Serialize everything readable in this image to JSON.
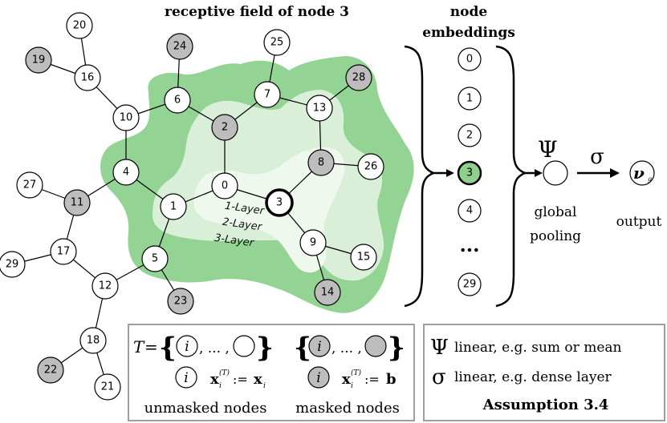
{
  "header": {
    "receptive_title": "receptive field of node 3",
    "embeddings_title_line1": "node",
    "embeddings_title_line2": "embeddings"
  },
  "layers": [
    "1-Layer",
    "2-Layer",
    "3-Layer"
  ],
  "graph": {
    "nodes": [
      {
        "id": "0",
        "masked": false
      },
      {
        "id": "1",
        "masked": false
      },
      {
        "id": "2",
        "masked": true
      },
      {
        "id": "3",
        "masked": false,
        "center": true
      },
      {
        "id": "4",
        "masked": false
      },
      {
        "id": "5",
        "masked": false
      },
      {
        "id": "6",
        "masked": false
      },
      {
        "id": "7",
        "masked": false
      },
      {
        "id": "8",
        "masked": true
      },
      {
        "id": "9",
        "masked": false
      },
      {
        "id": "10",
        "masked": false
      },
      {
        "id": "11",
        "masked": true
      },
      {
        "id": "12",
        "masked": false
      },
      {
        "id": "13",
        "masked": false
      },
      {
        "id": "14",
        "masked": true
      },
      {
        "id": "15",
        "masked": false
      },
      {
        "id": "16",
        "masked": false
      },
      {
        "id": "17",
        "masked": false
      },
      {
        "id": "18",
        "masked": false
      },
      {
        "id": "19",
        "masked": true
      },
      {
        "id": "20",
        "masked": false
      },
      {
        "id": "21",
        "masked": false
      },
      {
        "id": "22",
        "masked": true
      },
      {
        "id": "23",
        "masked": true
      },
      {
        "id": "24",
        "masked": true
      },
      {
        "id": "25",
        "masked": false
      },
      {
        "id": "26",
        "masked": false
      },
      {
        "id": "27",
        "masked": false
      },
      {
        "id": "28",
        "masked": true
      },
      {
        "id": "29",
        "masked": false
      }
    ],
    "edges": [
      [
        "0",
        "3"
      ],
      [
        "0",
        "1"
      ],
      [
        "0",
        "2"
      ],
      [
        "1",
        "4"
      ],
      [
        "1",
        "5"
      ],
      [
        "2",
        "6"
      ],
      [
        "2",
        "7"
      ],
      [
        "3",
        "8"
      ],
      [
        "3",
        "9"
      ],
      [
        "4",
        "10"
      ],
      [
        "4",
        "11"
      ],
      [
        "5",
        "12"
      ],
      [
        "5",
        "23"
      ],
      [
        "6",
        "10"
      ],
      [
        "6",
        "24"
      ],
      [
        "7",
        "13"
      ],
      [
        "7",
        "25"
      ],
      [
        "8",
        "13"
      ],
      [
        "8",
        "26"
      ],
      [
        "9",
        "14"
      ],
      [
        "9",
        "15"
      ],
      [
        "10",
        "16"
      ],
      [
        "11",
        "17"
      ],
      [
        "11",
        "27"
      ],
      [
        "12",
        "17"
      ],
      [
        "12",
        "18"
      ],
      [
        "13",
        "28"
      ],
      [
        "16",
        "19"
      ],
      [
        "16",
        "20"
      ],
      [
        "17",
        "29"
      ],
      [
        "18",
        "21"
      ],
      [
        "18",
        "22"
      ]
    ]
  },
  "embeddings": {
    "items": [
      "0",
      "1",
      "2",
      "3",
      "4",
      "...",
      "29"
    ],
    "highlighted": "3"
  },
  "pooling": {
    "psi_symbol": "Ψ",
    "label_line1": "global",
    "label_line2": "pooling"
  },
  "output": {
    "sigma_symbol": "σ",
    "node_symbol": "ν",
    "node_subscript": "g",
    "label": "output"
  },
  "legend_masking": {
    "set_symbol": "T",
    "equals": "=",
    "open_brace": "{",
    "close_brace": "}",
    "node_i": "i",
    "ellipsis": ", ... ,",
    "unmasked_assign_lhs": "x",
    "unmasked_assign_sup": "(T)",
    "unmasked_assign_sub": "i",
    "assign_op": ":=",
    "unmasked_assign_rhs": "x",
    "unmasked_assign_rhs_sub": "i",
    "masked_assign_rhs": "b",
    "unmasked_caption": "unmasked nodes",
    "masked_caption": "masked nodes"
  },
  "legend_assumption": {
    "psi_symbol": "Ψ",
    "psi_text": "linear, e.g. sum or mean",
    "sigma_symbol": "σ",
    "sigma_text": "linear, e.g. dense layer",
    "caption": "Assumption 3.4"
  },
  "colors": {
    "outer_region": "#93d394",
    "middle_region": "#d9efd8",
    "inner_region": "#eef8ed",
    "masked_fill": "#bdbdbd",
    "unmasked_fill": "#ffffff",
    "highlight_fill": "#8fd08f",
    "stroke": "#000000",
    "legend_border": "#9e9e9e"
  }
}
